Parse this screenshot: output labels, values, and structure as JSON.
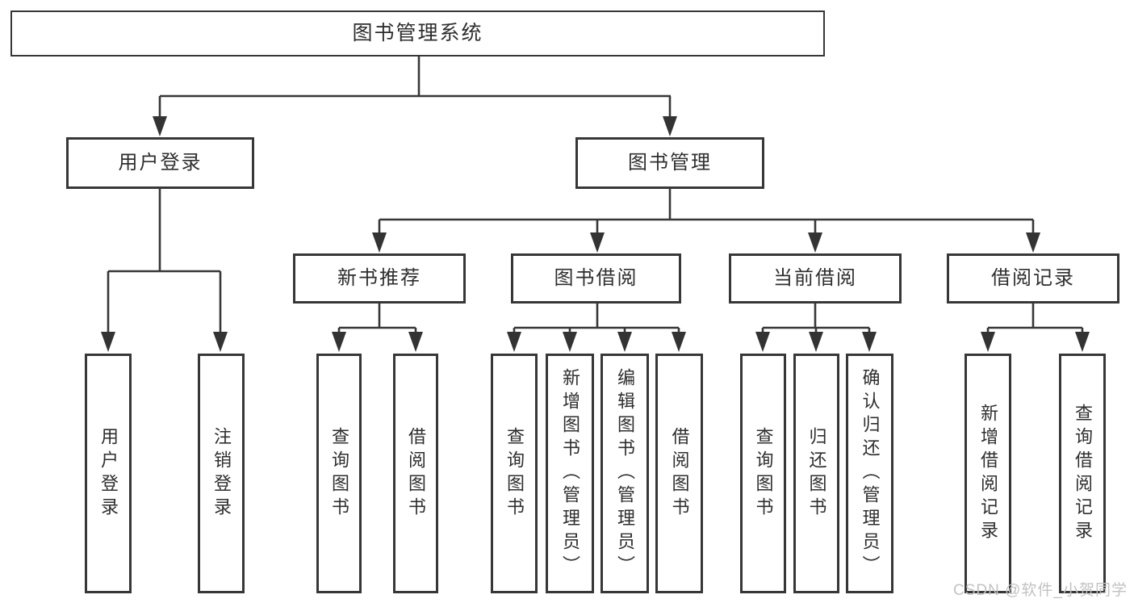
{
  "diagram": {
    "root": {
      "label": "图书管理系统"
    },
    "level2": [
      {
        "label": "用户登录"
      },
      {
        "label": "图书管理"
      }
    ],
    "level3": [
      {
        "label": "新书推荐"
      },
      {
        "label": "图书借阅"
      },
      {
        "label": "当前借阅"
      },
      {
        "label": "借阅记录"
      }
    ],
    "leaves": [
      {
        "label": "用户登录"
      },
      {
        "label": "注销登录"
      },
      {
        "label": "查询图书"
      },
      {
        "label": "借阅图书"
      },
      {
        "label": "查询图书"
      },
      {
        "label": "新增图书（管理员）"
      },
      {
        "label": "编辑图书（管理员）"
      },
      {
        "label": "借阅图书"
      },
      {
        "label": "查询图书"
      },
      {
        "label": "归还图书"
      },
      {
        "label": "确认归还（管理员）"
      },
      {
        "label": "新增借阅记录"
      },
      {
        "label": "查询借阅记录"
      }
    ]
  },
  "watermark": "CSDN @软件_小贺同学",
  "colors": {
    "line": "#373737",
    "text": "#2e2e2e",
    "watermark": "#c2c2c2",
    "background": "#ffffff"
  }
}
